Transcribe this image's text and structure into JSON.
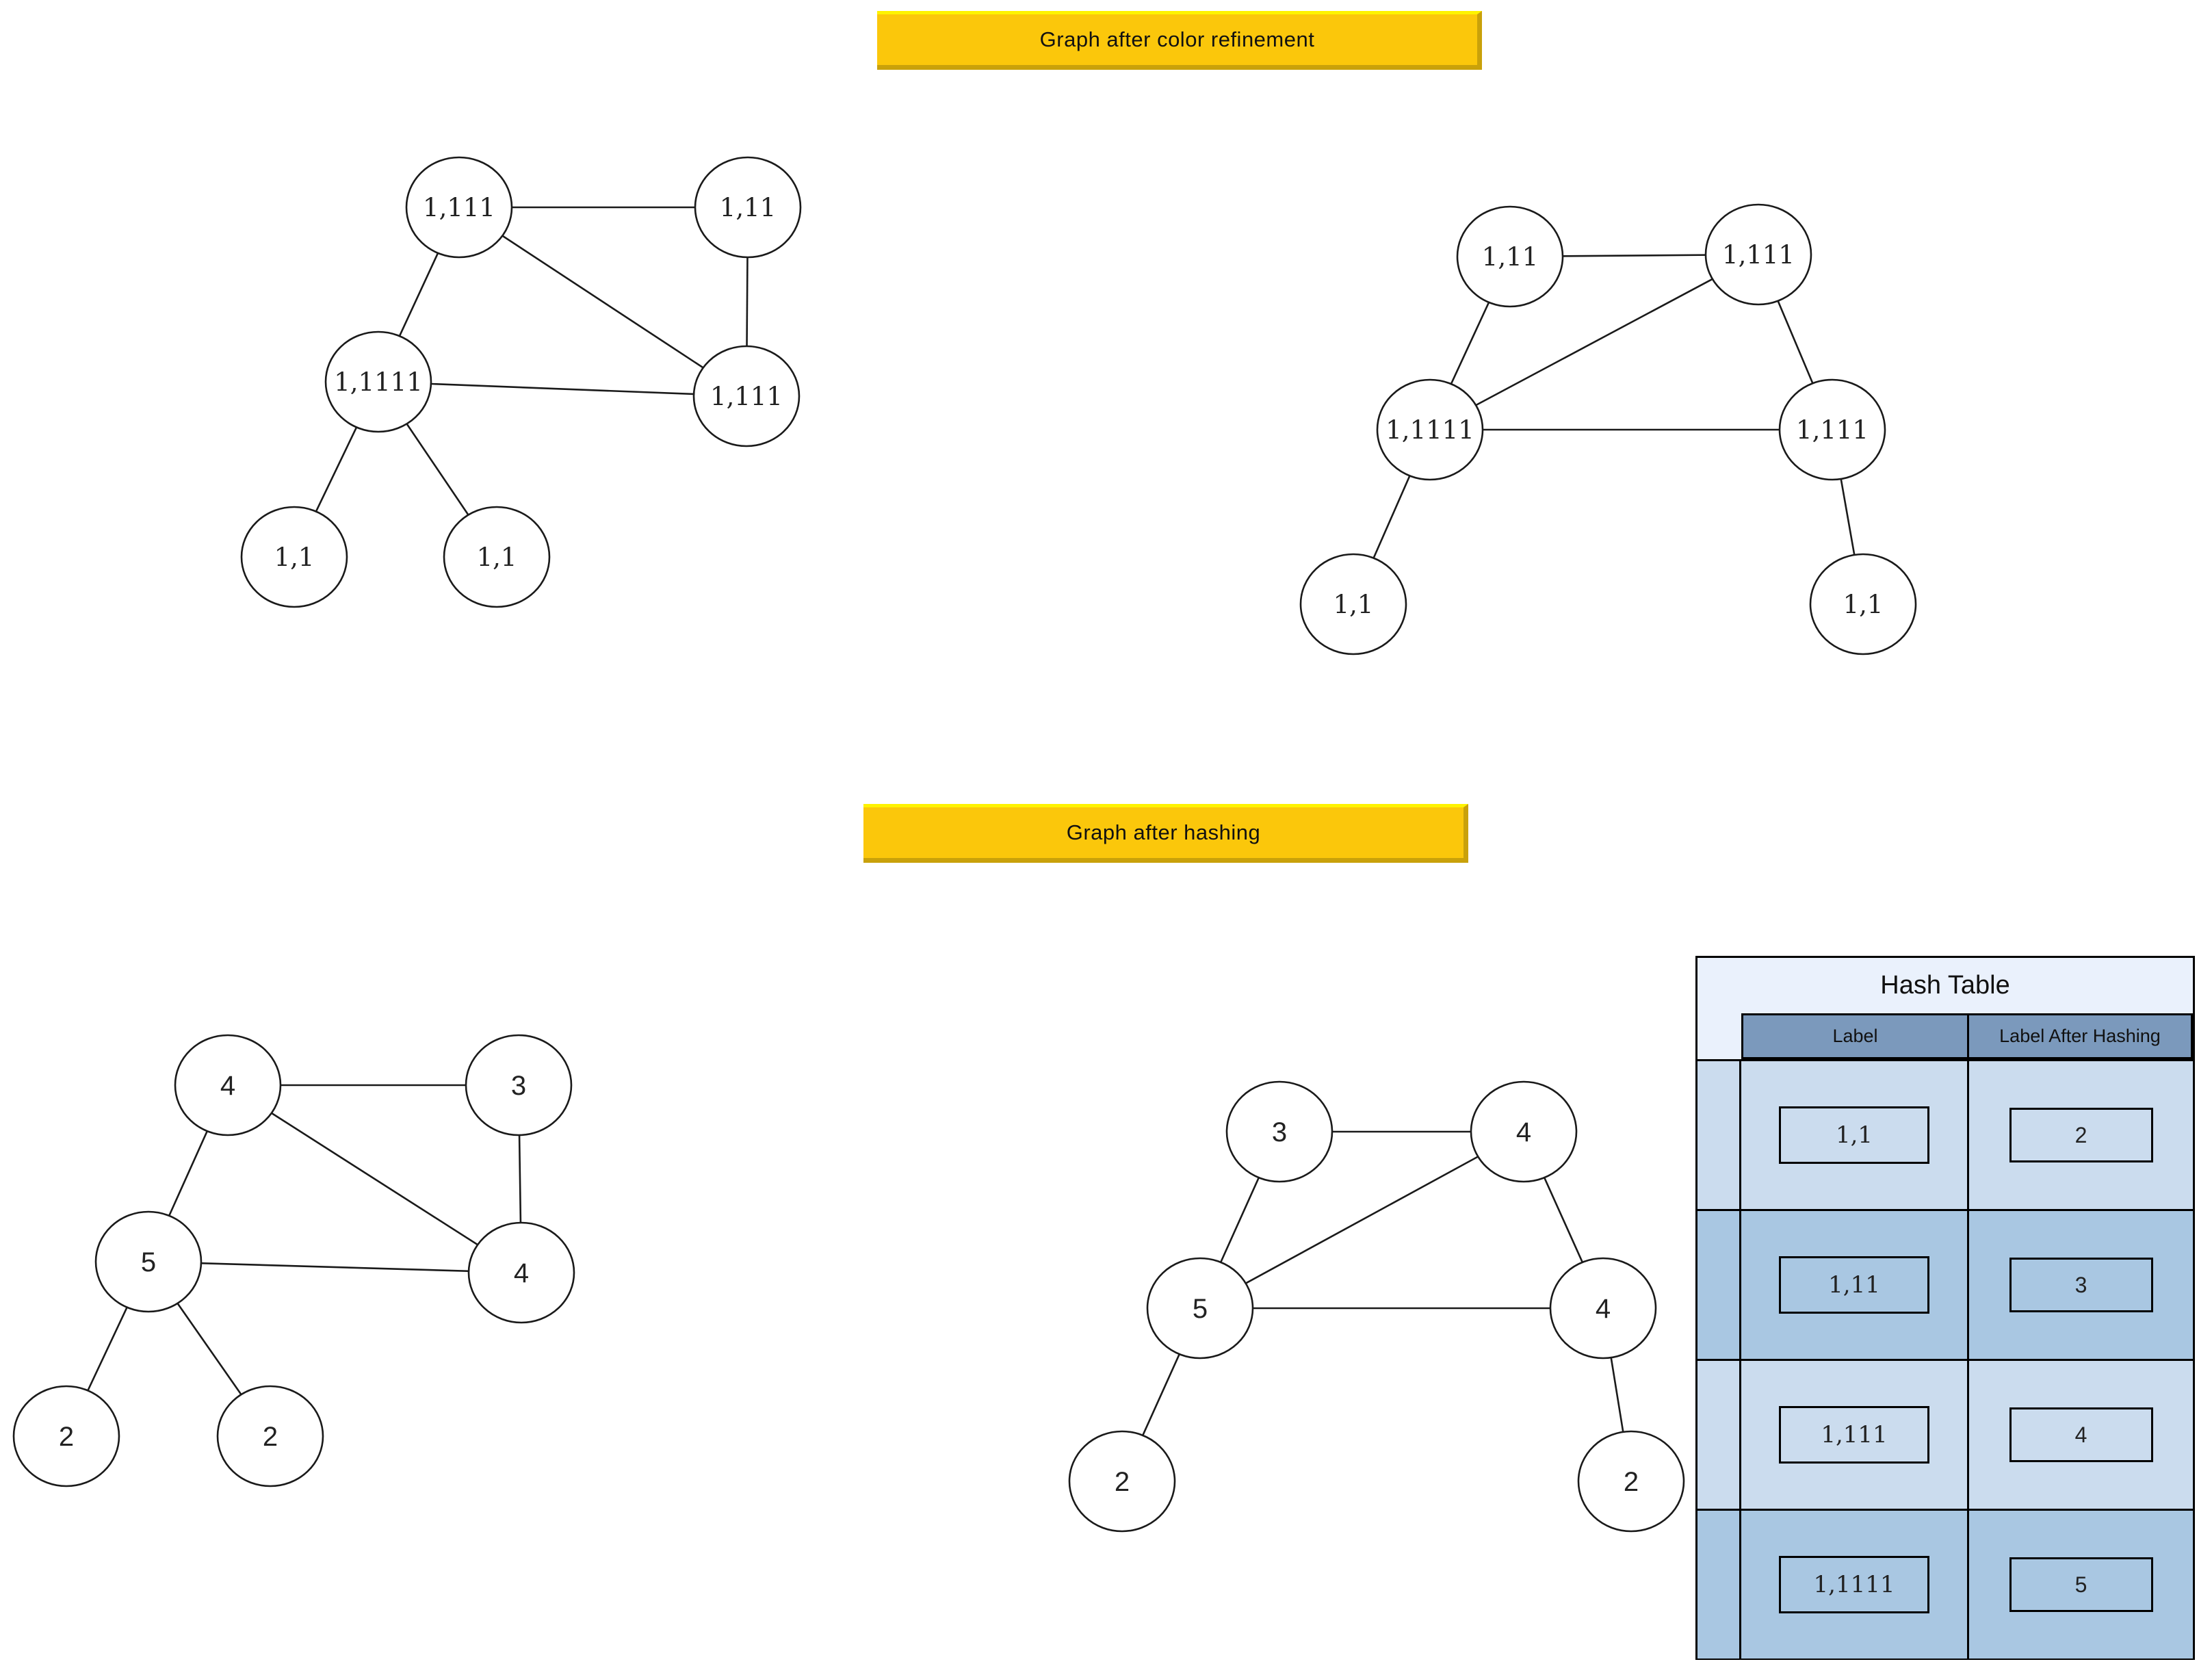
{
  "banners": {
    "color_refinement": "Graph after color refinement",
    "hashing": "Graph after hashing"
  },
  "graphs": {
    "refined_left": {
      "nodes": [
        {
          "label": "1,111"
        },
        {
          "label": "1,11"
        },
        {
          "label": "1,1111"
        },
        {
          "label": "1,111"
        },
        {
          "label": "1,1"
        },
        {
          "label": "1,1"
        }
      ]
    },
    "refined_right": {
      "nodes": [
        {
          "label": "1,11"
        },
        {
          "label": "1,111"
        },
        {
          "label": "1,1111"
        },
        {
          "label": "1,111"
        },
        {
          "label": "1,1"
        },
        {
          "label": "1,1"
        }
      ]
    },
    "hashed_left": {
      "nodes": [
        {
          "label": "4"
        },
        {
          "label": "3"
        },
        {
          "label": "5"
        },
        {
          "label": "4"
        },
        {
          "label": "2"
        },
        {
          "label": "2"
        }
      ]
    },
    "hashed_right": {
      "nodes": [
        {
          "label": "3"
        },
        {
          "label": "4"
        },
        {
          "label": "5"
        },
        {
          "label": "4"
        },
        {
          "label": "2"
        },
        {
          "label": "2"
        }
      ]
    }
  },
  "hash_table": {
    "title": "Hash Table",
    "columns": [
      "Label",
      "Label After Hashing"
    ],
    "rows": [
      {
        "label": "1,1",
        "hashed": "2"
      },
      {
        "label": "1,11",
        "hashed": "3"
      },
      {
        "label": "1,111",
        "hashed": "4"
      },
      {
        "label": "1,1111",
        "hashed": "5"
      }
    ]
  },
  "colors": {
    "banner_bg": "#FBC70B",
    "banner_highlight": "#FEF301",
    "banner_shadow": "#C9A10A",
    "table_title_bg": "#EAF1FC",
    "table_header_bg": "#7B99BC",
    "table_row_light": "#CBDCEE",
    "table_row_dark": "#A9C7E2",
    "edge_stroke": "#1A1A1A"
  }
}
